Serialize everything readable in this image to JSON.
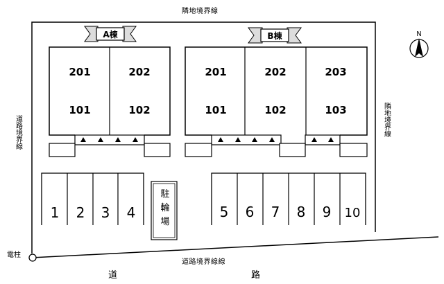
{
  "boundary_labels": {
    "top": "隣地境界線",
    "left": "道路境界線",
    "right": "隣地境界線",
    "bottom": "道路境界線線"
  },
  "road_label_chars": [
    "道",
    "路"
  ],
  "utility_pole_label": "電柱",
  "compass_label": "N",
  "building_a": {
    "banner": "A棟",
    "units_upper": [
      "201",
      "202"
    ],
    "units_lower": [
      "101",
      "102"
    ]
  },
  "building_b": {
    "banner": "B棟",
    "units_upper": [
      "201",
      "202",
      "203"
    ],
    "units_lower": [
      "101",
      "102",
      "103"
    ]
  },
  "bicycle_parking_chars": [
    "駐",
    "輪",
    "場"
  ],
  "parking_left": [
    "1",
    "2",
    "3",
    "4"
  ],
  "parking_right": [
    "5",
    "6",
    "7",
    "8",
    "9",
    "10"
  ],
  "colors": {
    "line": "#000000",
    "background": "#ffffff",
    "banner_fill": "#dddddd"
  }
}
